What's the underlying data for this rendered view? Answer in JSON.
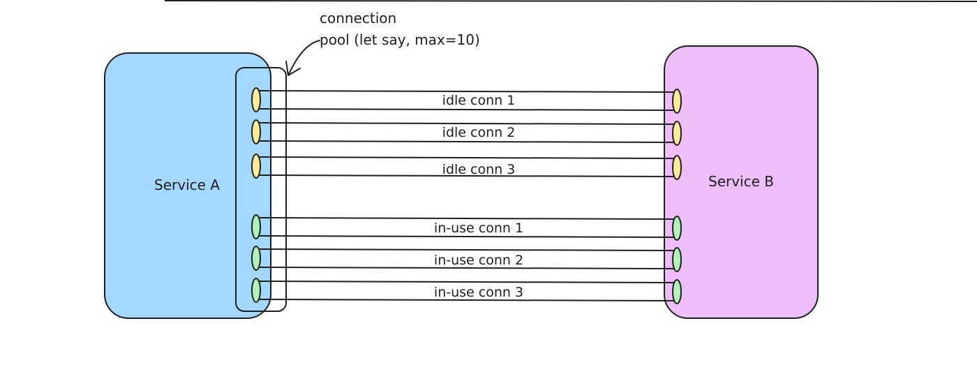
{
  "colors": {
    "service_a_fill": "#a5d8ff",
    "service_b_fill": "#eebefa",
    "idle_endpoint": "#ffec99",
    "in_use_endpoint": "#b2f2bb",
    "stroke": "#1e1e1e"
  },
  "annotation": {
    "line1": "connection",
    "line2": "pool (let say, max=10)"
  },
  "service_a": {
    "label": "Service A"
  },
  "service_b": {
    "label": "Service B"
  },
  "connections": [
    {
      "label": "idle conn 1",
      "state": "idle"
    },
    {
      "label": "idle conn 2",
      "state": "idle"
    },
    {
      "label": "idle conn 3",
      "state": "idle"
    },
    {
      "label": "in-use conn 1",
      "state": "in-use"
    },
    {
      "label": "in-use conn 2",
      "state": "in-use"
    },
    {
      "label": "in-use conn 3",
      "state": "in-use"
    }
  ]
}
